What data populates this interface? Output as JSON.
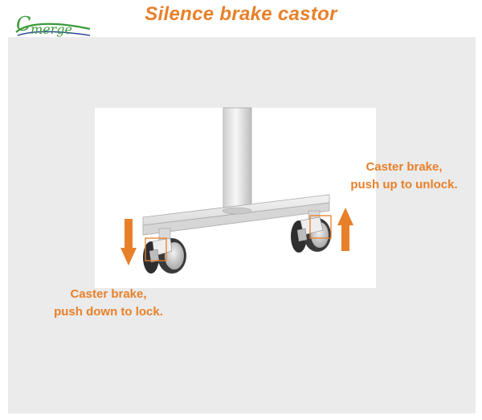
{
  "title": "Silence brake castor",
  "logo": {
    "text": "merge",
    "initial": "C"
  },
  "labels": {
    "unlock": {
      "line1": "Caster brake,",
      "line2": "push up to unlock."
    },
    "lock": {
      "line1": "Caster brake,",
      "line2": "push down to lock."
    }
  },
  "colors": {
    "accent": "#e8802a",
    "logo_green": "#3a9a3a",
    "logo_blue": "#2a4a9a",
    "panel": "#ebebeb"
  },
  "icons": [
    "arrow-up-icon",
    "arrow-down-icon",
    "brake-highlight-box-icon"
  ]
}
